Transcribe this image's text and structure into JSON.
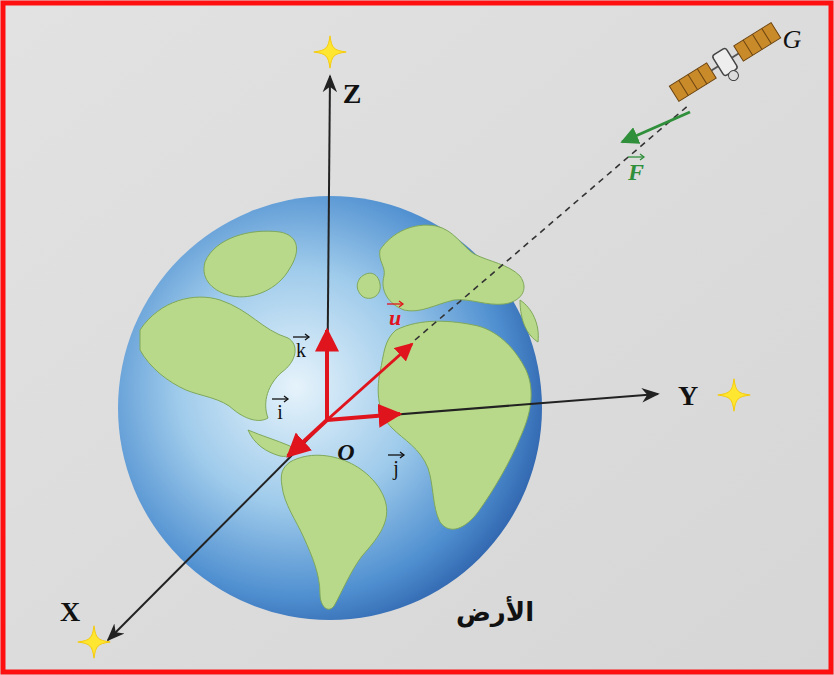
{
  "diagram": {
    "labels": [
      "Z",
      "G",
      "F",
      "k",
      "u",
      "i",
      "O",
      "j",
      "Y",
      "X",
      "الأرض"
    ]
  }
}
